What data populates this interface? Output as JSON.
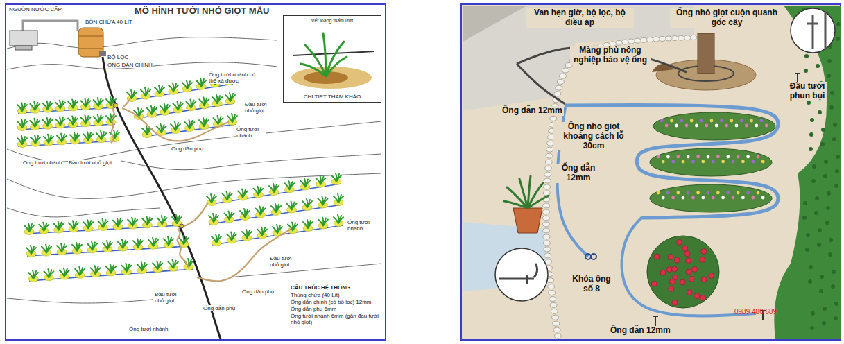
{
  "diagram": {
    "title": "MÔ HÌNH TƯỚI NHỎ GIỌT MẪU",
    "nodes": [
      {
        "text": [
          "Vết loang thấm ướt",
          "CHI TIẾT THAM KHẢO"
        ]
      }
    ],
    "labels": [
      "NGUỒN NƯỚC CẤP",
      "BỒN CHỨA 40 LÍT",
      "BỘ LỌC",
      "ỐNG DẪN CHÍNH",
      "Ống tưới nhánh có thể xả được",
      "Đầu tưới nhỏ giọt",
      "Ống tưới nhánh",
      "Ống dẫn phụ",
      "Ống tưới nhánh",
      "Đầu tưới nhỏ giọt",
      "Ống tưới nhánh",
      "Đầu tưới nhỏ giọt",
      "Ống dẫn phụ",
      "Ống dẫn phụ",
      "Đầu tưới nhỏ giọt",
      "Ống tưới nhánh",
      "CẤU TRÚC HỆ THỐNG",
      "Thùng chứa (40 Lít)",
      "Ống dẫn chính (có bộ lọc) 12mm",
      "Ống dẫn phụ 6mm",
      "Ống tưới nhánh 6mm (gắn đầu tưới nhỏ giọt)",
      "Van hẹn giờ, bộ lọc, bộ điều áp",
      "Ống nhỏ giọt cuộn quanh gốc cây",
      "Màng phủ nông nghiệp bảo vệ ống",
      "Đầu tưới phun bụi",
      "Ống dẫn 12mm",
      "Ống nhỏ giọt khoảng cách lỗ 30cm",
      "Ống dẫn 12mm",
      "Khóa ống số 8",
      "Ống dẫn 12mm",
      "0989 480 689"
    ]
  }
}
